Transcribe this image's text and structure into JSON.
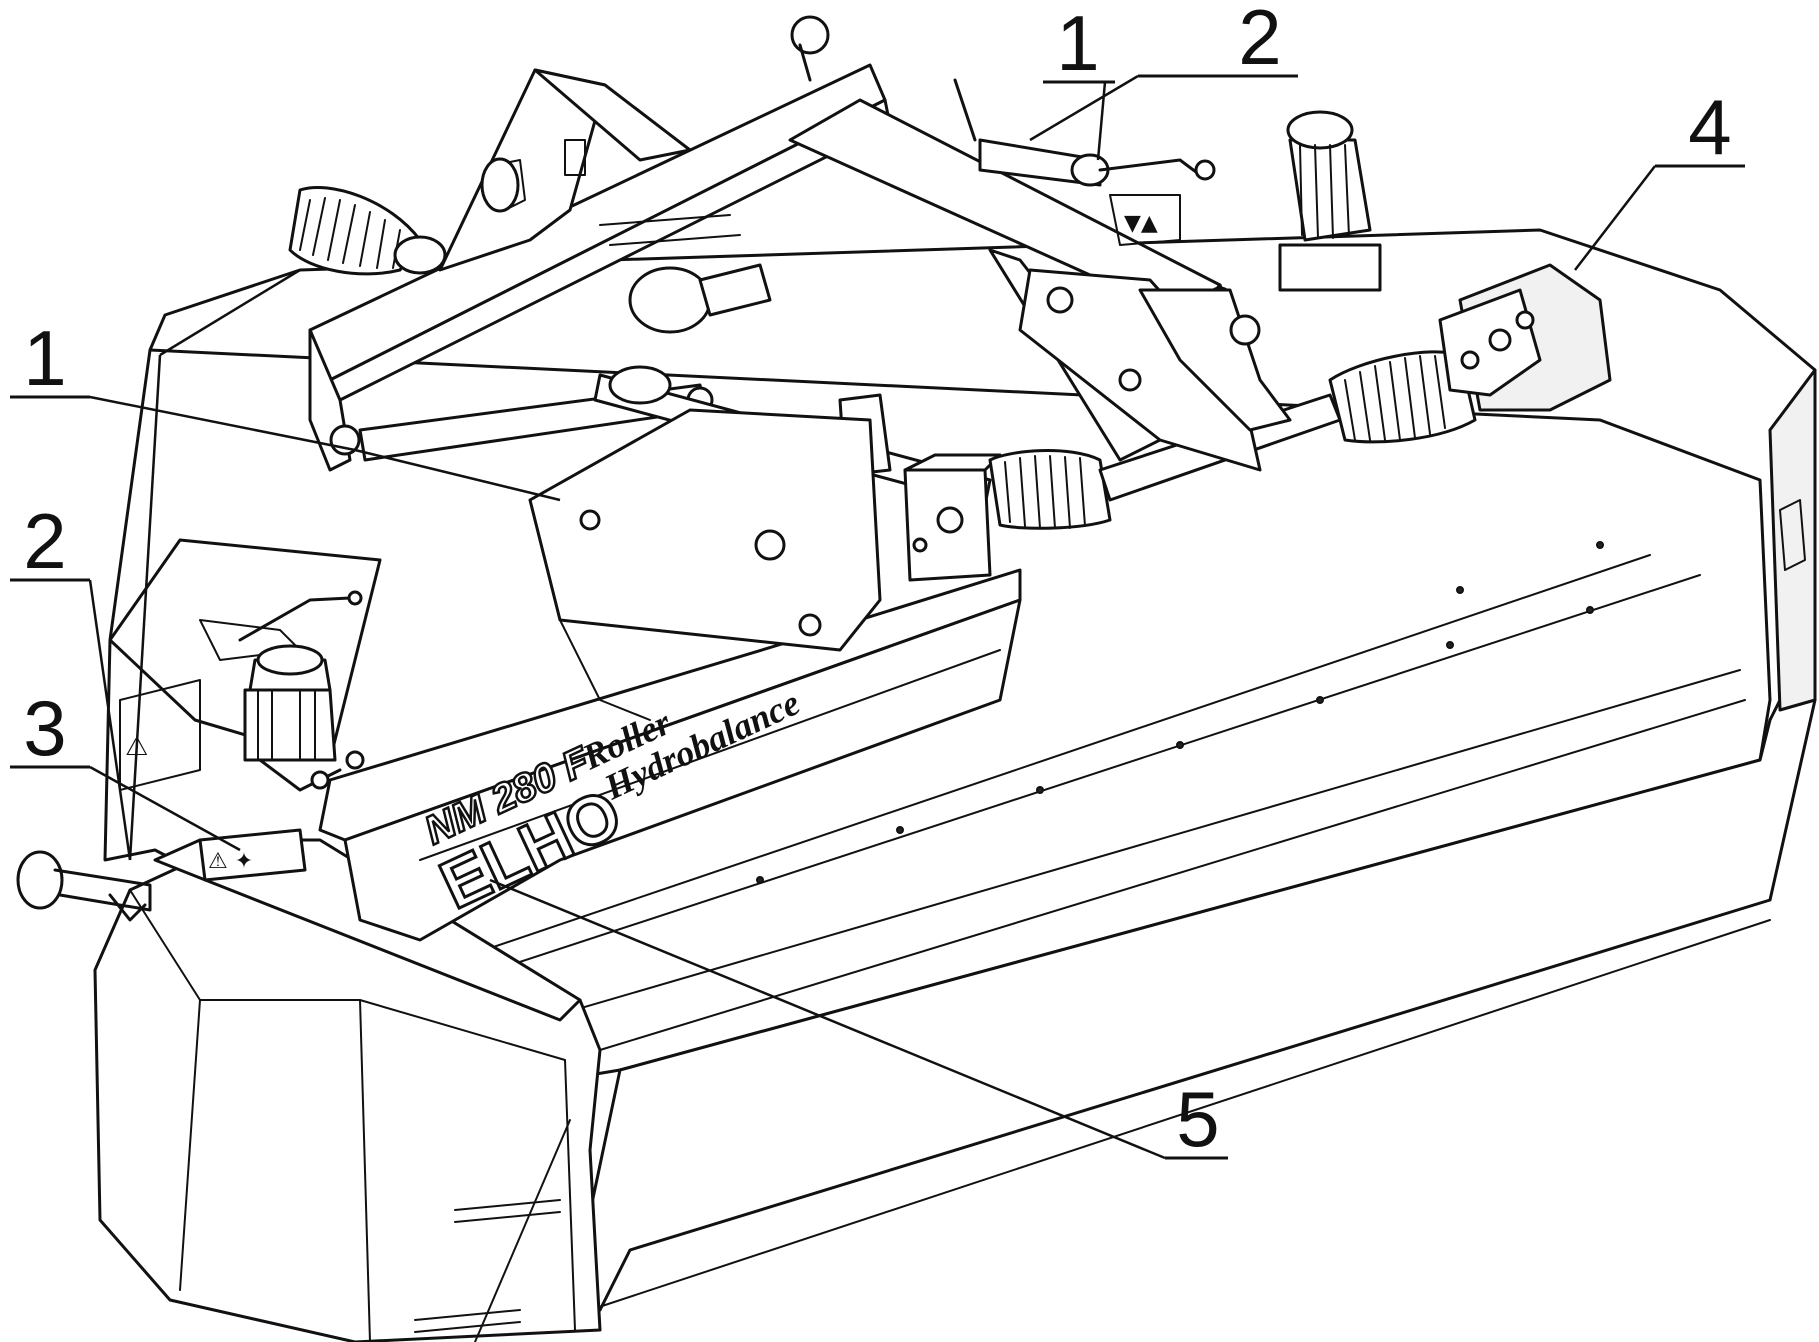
{
  "callouts": [
    {
      "id": "1a",
      "label": "1"
    },
    {
      "id": "1b",
      "label": "1"
    },
    {
      "id": "2a",
      "label": "2"
    },
    {
      "id": "2b",
      "label": "2"
    },
    {
      "id": "3",
      "label": "3"
    },
    {
      "id": "4",
      "label": "4"
    },
    {
      "id": "5",
      "label": "5"
    }
  ],
  "branding": {
    "model": "NM 280 F",
    "roller": "Roller",
    "hydro": "Hydrobalance",
    "maker": "ELHO"
  },
  "colors": {
    "line": "#111111",
    "background": "#ffffff"
  }
}
